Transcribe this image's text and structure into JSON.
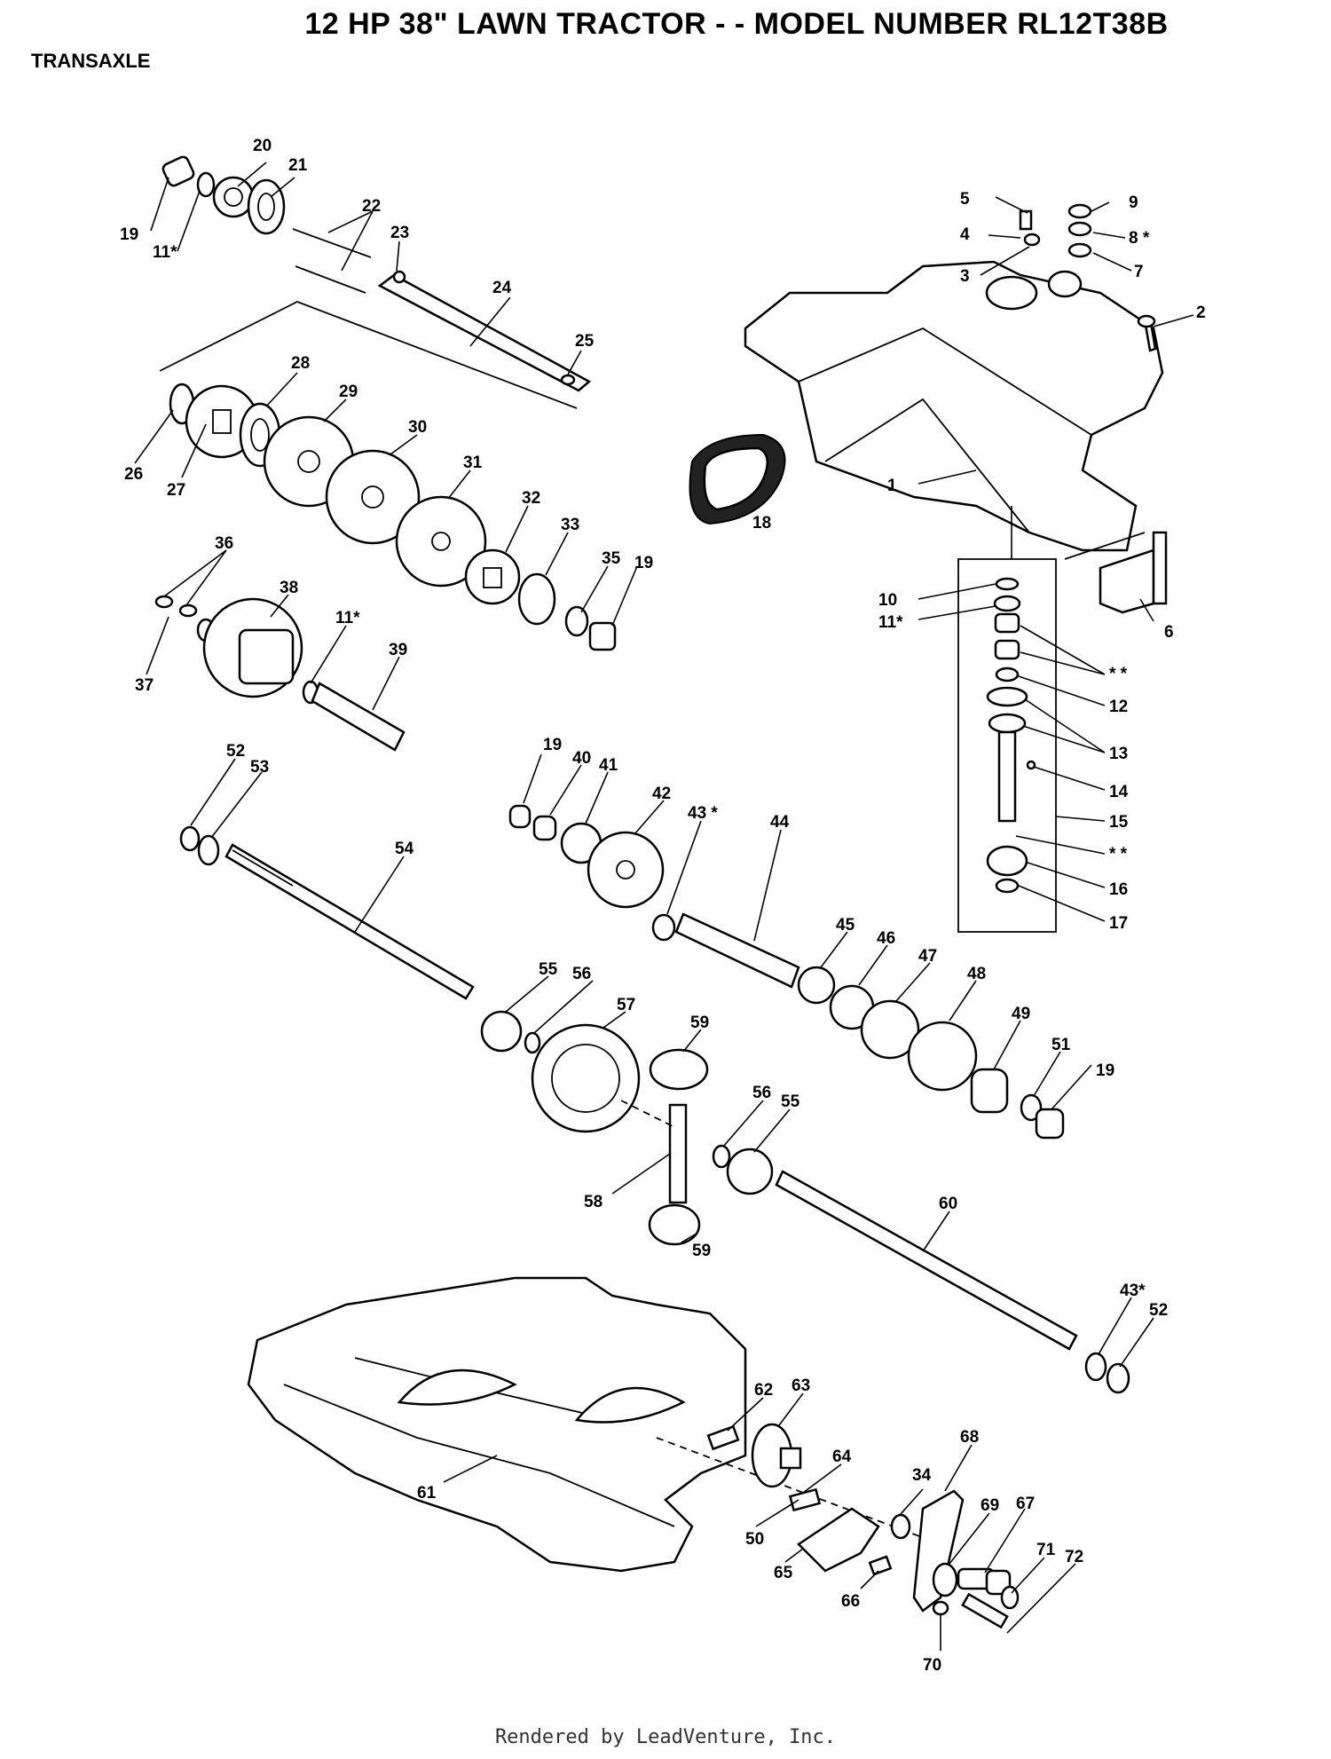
{
  "header": {
    "title": "12 HP 38\" LAWN TRACTOR - - MODEL NUMBER RL12T38B",
    "section": "TRANSAXLE"
  },
  "footer": {
    "credit": "Rendered by LeadVenture, Inc."
  },
  "callouts": [
    "1",
    "2",
    "3",
    "4",
    "5",
    "6",
    "7",
    "8 *",
    "9",
    "10",
    "11*",
    "11*",
    "11*",
    "12",
    "13",
    "14",
    "15",
    "16",
    "17",
    "18",
    "19",
    "19",
    "19",
    "19",
    "20",
    "21",
    "22",
    "23",
    "24",
    "25",
    "26",
    "27",
    "28",
    "29",
    "30",
    "31",
    "32",
    "33",
    "34",
    "35",
    "36",
    "37",
    "38",
    "39",
    "40",
    "41",
    "42",
    "43 *",
    "43*",
    "44",
    "45",
    "46",
    "47",
    "48",
    "49",
    "50",
    "51",
    "52",
    "52",
    "53",
    "54",
    "55",
    "55",
    "56",
    "56",
    "57",
    "58",
    "59",
    "59",
    "60",
    "61",
    "62",
    "63",
    "64",
    "65",
    "66",
    "67",
    "68",
    "69",
    "70",
    "71",
    "72",
    "* *",
    "* *"
  ]
}
